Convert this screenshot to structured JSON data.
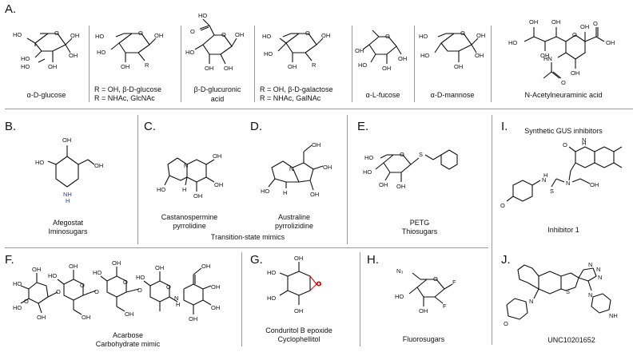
{
  "panels": {
    "A": {
      "letter": "A.",
      "glucose": "α-D-glucose",
      "glc_r1": "R = OH, β-D-glucose",
      "glc_r2": "R = NHAc, GlcNAc",
      "glucuronic": "β-D-glucuronic\nacid",
      "gal_r1": "R = OH, β-D-galactose",
      "gal_r2": "R = NHAc, GalNAc",
      "fucose": "α-L-fucose",
      "mannose": "α-D-mannose",
      "neu5ac": "N-Acetylneuraminic acid"
    },
    "B": {
      "letter": "B.",
      "name": "Afegostat",
      "class": "Iminosugars"
    },
    "C": {
      "letter": "C.",
      "name": "Castanospermine",
      "sub": "pyrrolidine"
    },
    "D": {
      "letter": "D.",
      "name": "Australine",
      "sub": "pyrrolizidine"
    },
    "CD_caption": "Transition-state mimics",
    "E": {
      "letter": "E.",
      "name": "PETG",
      "class": "Thiosugars"
    },
    "F": {
      "letter": "F.",
      "name": "Acarbose",
      "class": "Carbohydrate mimic"
    },
    "G": {
      "letter": "G.",
      "name": "Conduritol B epoxide",
      "class": "Cyclophellitol"
    },
    "H": {
      "letter": "H.",
      "class": "Fluorosugars"
    },
    "I": {
      "letter": "I.",
      "title": "Synthetic GUS inhibitors",
      "name": "Inhibitor 1"
    },
    "J": {
      "letter": "J.",
      "name": "UNC10201652"
    }
  },
  "atom_labels": {
    "OH": "OH",
    "HO": "HO",
    "R": "R",
    "O": "O",
    "N": "N",
    "NH": "NH",
    "HN": "HN",
    "H": "H",
    "S": "S",
    "F": "F",
    "N3": "N₃",
    "OHl": "OH"
  },
  "colors": {
    "text": "#111111",
    "divider": "#9a9a9a",
    "epoxide": "#e00000",
    "nitrogen": "#1f3bd4"
  }
}
